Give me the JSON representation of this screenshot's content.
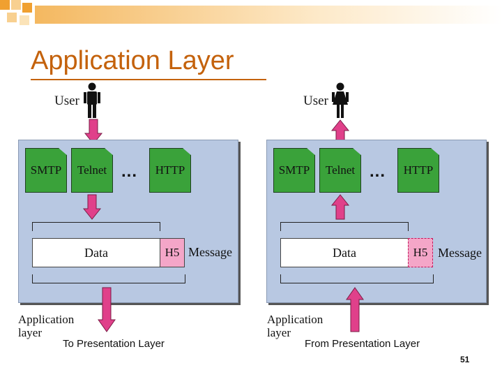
{
  "title": "Application Layer",
  "page_number": "51",
  "left": {
    "user_label": "User",
    "apps": [
      "SMTP",
      "Telnet",
      "HTTP"
    ],
    "ellipsis": "...",
    "data_label": "Data",
    "header_label": "H5",
    "message_label": "Message",
    "layer_label_line1": "Application",
    "layer_label_line2": "layer",
    "caption": "To Presentation Layer"
  },
  "right": {
    "user_label": "User",
    "apps": [
      "SMTP",
      "Telnet",
      "HTTP"
    ],
    "ellipsis": "...",
    "data_label": "Data",
    "header_label": "H5",
    "message_label": "Message",
    "layer_label_line1": "Application",
    "layer_label_line2": "layer",
    "caption": "From Presentation Layer"
  },
  "colors": {
    "title": "#c4620c",
    "panel": "#b8c8e2",
    "app_doc": "#3aa23a",
    "arrow": "#e0408a",
    "header": "#f4a6c8"
  }
}
